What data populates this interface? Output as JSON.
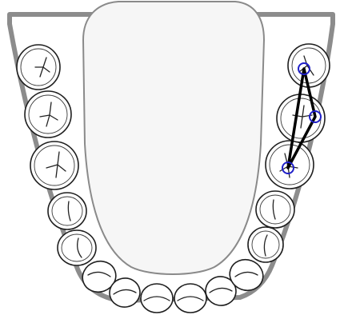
{
  "diagram": {
    "type": "dental-arch-lower",
    "colors": {
      "arch_outline": "#8c8c8c",
      "palate_fill": "#f6f6f6",
      "palate_stroke": "#8a8a8a",
      "tooth_stroke": "#1e1e1e",
      "measure_line": "#000000",
      "marker": "#1f1fc8"
    },
    "teeth": [
      {
        "name": "left-third-molar",
        "icon": "molar-icon"
      },
      {
        "name": "left-second-molar",
        "icon": "molar-icon"
      },
      {
        "name": "left-first-molar",
        "icon": "molar-icon"
      },
      {
        "name": "left-second-premolar",
        "icon": "premolar-icon"
      },
      {
        "name": "left-first-premolar",
        "icon": "premolar-icon"
      },
      {
        "name": "left-canine",
        "icon": "canine-icon"
      },
      {
        "name": "left-lateral-incisor",
        "icon": "incisor-icon"
      },
      {
        "name": "left-central-incisor",
        "icon": "incisor-icon"
      },
      {
        "name": "right-central-incisor",
        "icon": "incisor-icon"
      },
      {
        "name": "right-lateral-incisor",
        "icon": "incisor-icon"
      },
      {
        "name": "right-canine",
        "icon": "canine-icon"
      },
      {
        "name": "right-first-premolar",
        "icon": "premolar-icon"
      },
      {
        "name": "right-second-premolar",
        "icon": "premolar-icon"
      },
      {
        "name": "right-first-molar",
        "icon": "molar-icon"
      },
      {
        "name": "right-second-molar",
        "icon": "molar-icon"
      },
      {
        "name": "right-third-molar",
        "icon": "molar-icon"
      }
    ],
    "measurement": {
      "shape": "triangle",
      "marker_count": 3,
      "marker_icon": "circle-marker-icon"
    }
  }
}
